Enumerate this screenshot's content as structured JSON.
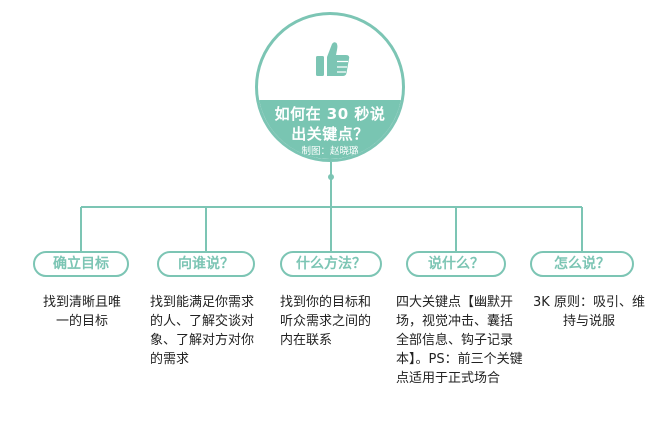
{
  "center": {
    "icon": "thumbs-up-icon",
    "title": "如何在 30 秒说出关键点？",
    "credit": "制图：赵晓璐"
  },
  "branches": [
    {
      "label": "确立目标",
      "description": "找到清晰且唯一的目标"
    },
    {
      "label": "向谁说？",
      "description": "找到能满足你需求的人、了解交谈对象、了解对方对你的需求"
    },
    {
      "label": "什么方法？",
      "description": "找到你的目标和听众需求之间的内在联系"
    },
    {
      "label": "说什么？",
      "description": "四大关键点【幽默开场，视觉冲击、囊括全部信息、钩子记录本】。PS：前三个关键点适用于正式场合"
    },
    {
      "label": "怎么说？",
      "description": "3K 原则：吸引、维持与说服"
    }
  ],
  "colors": {
    "accent": "#7cc5b4",
    "band": "#79c5b2",
    "text": "#222222"
  }
}
